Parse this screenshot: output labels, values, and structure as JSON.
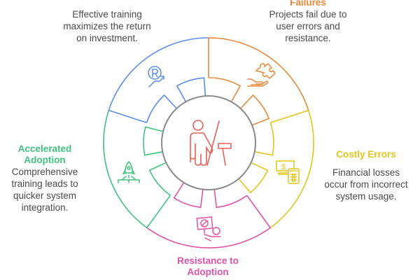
{
  "colors": {
    "blue": "#5b8def",
    "orange": "#e8893a",
    "yellow": "#e3c51c",
    "pink": "#e052a8",
    "green": "#3fc47f",
    "center": "#8a8a8a",
    "figure": "#e8605a",
    "text": "#4a4a4a"
  },
  "segments": [
    {
      "id": "roi",
      "color": "#5b8def",
      "title": "",
      "description": "Effective training maximizes the return on investment.",
      "icon": "roi-growth-icon"
    },
    {
      "id": "failures",
      "color": "#e8893a",
      "title": "Failures",
      "description": "Projects fail due to user errors and resistance.",
      "icon": "puzzle-hand-icon"
    },
    {
      "id": "costly",
      "color": "#e3c51c",
      "title": "Costly Errors",
      "description": "Financial losses occur from incorrect system usage.",
      "icon": "money-calculator-icon"
    },
    {
      "id": "resistance",
      "color": "#e052a8",
      "title": "Resistance to Adoption",
      "description": "",
      "icon": "blocked-sign-person-icon"
    },
    {
      "id": "accelerated",
      "color": "#3fc47f",
      "title": "Accelerated Adoption",
      "description": "Comprehensive training leads to quicker system integration.",
      "icon": "rocket-launch-icon"
    }
  ],
  "center": {
    "icon": "trainer-presenting-icon"
  }
}
